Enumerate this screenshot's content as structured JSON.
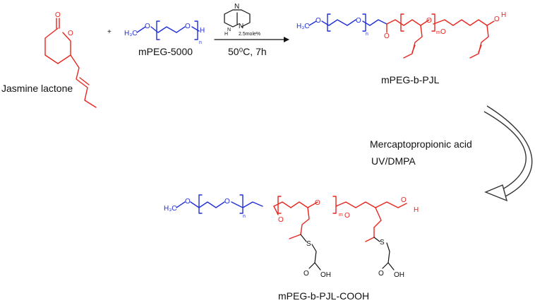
{
  "reactants": {
    "lactone_name": "Jasmine lactone",
    "peg_name": "mPEG-5000",
    "plus": "+"
  },
  "conditions": {
    "catalyst_loading": "2.5mole%",
    "temp_time": "50⁰C, 7h"
  },
  "products": {
    "first": "mPEG-b-PJL",
    "final": "mPEG-b-PJL-COOH"
  },
  "step2": {
    "reagent": "Mercaptopropionic acid",
    "method": "UV/DMPA"
  },
  "atoms": {
    "o": "O",
    "h": "H",
    "n": "N",
    "s": "S",
    "oh": "OH",
    "h3c": "H₃C",
    "n_sub": "n",
    "m_sub": "m"
  }
}
